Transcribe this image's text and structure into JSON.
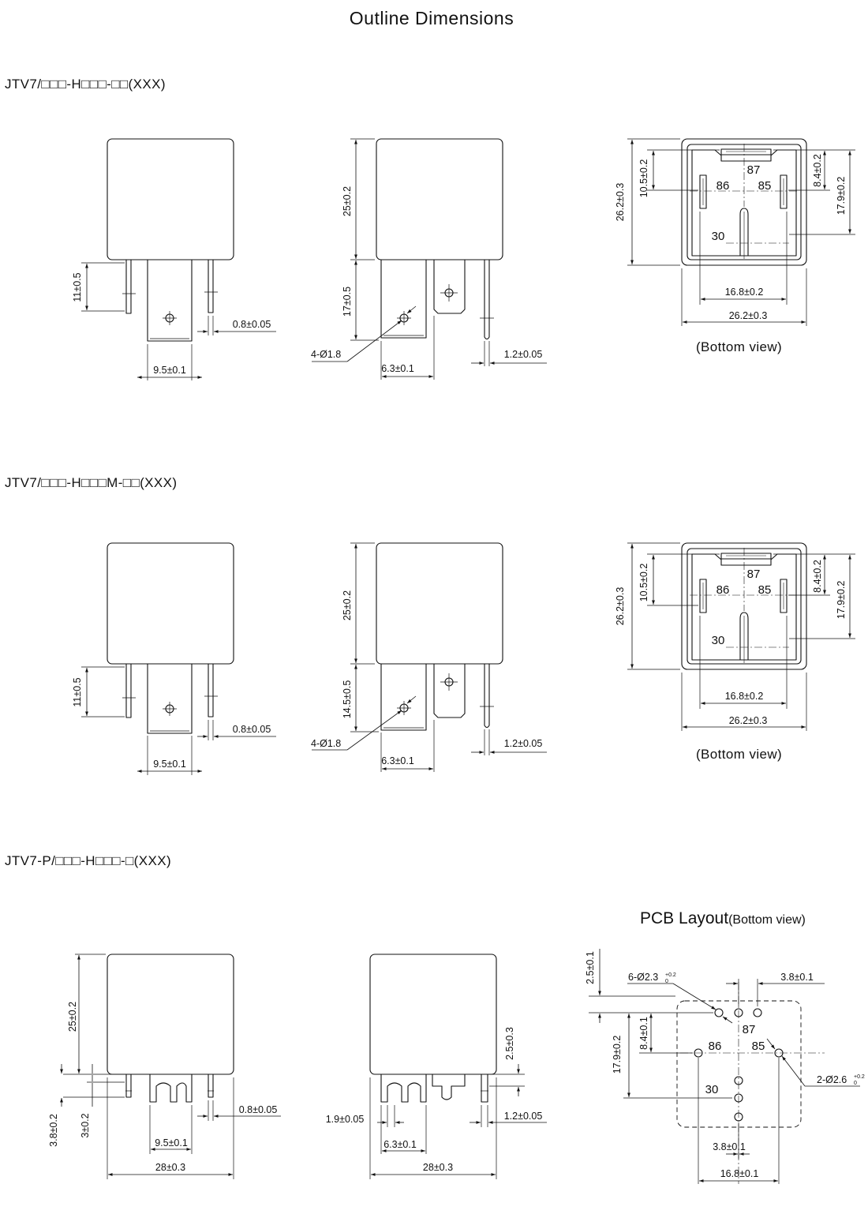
{
  "page": {
    "title": "Outline Dimensions"
  },
  "models": [
    {
      "name": "JTV7/□□□-H□□□-□□(XXX)"
    },
    {
      "name": "JTV7/□□□-H□□□M-□□(XXX)"
    },
    {
      "name": "JTV7-P/□□□-H□□□-□(XXX)"
    }
  ],
  "views": {
    "bottom_view": "(Bottom view)"
  },
  "pcb": {
    "title": "PCB Layout",
    "subtitle": "(Bottom view)"
  },
  "pins": {
    "p87": "87",
    "p86": "86",
    "p85": "85",
    "p30": "30"
  },
  "dims": {
    "r1": {
      "side_pin_len": "11±0.5",
      "blade_w": "9.5±0.1",
      "pin_thk": "0.8±0.05",
      "body_h": "25±0.2",
      "term_len": "17±0.5",
      "hole": "4-Ø1.8",
      "tab_w": "6.3±0.1",
      "tab_thk": "1.2±0.05",
      "outline": "26.2±0.3",
      "p87_off": "10.5±0.2",
      "p85_off": "8.4±0.2",
      "p30_off": "17.9±0.2",
      "pin_span": "16.8±0.2",
      "width": "26.2±0.3"
    },
    "r2": {
      "side_pin_len": "11±0.5",
      "blade_w": "9.5±0.1",
      "pin_thk": "0.8±0.05",
      "body_h": "25±0.2",
      "term_len": "14.5±0.5",
      "hole": "4-Ø1.8",
      "tab_w": "6.3±0.1",
      "tab_thk": "1.2±0.05",
      "outline": "26.2±0.3",
      "p87_off": "10.5±0.2",
      "p85_off": "8.4±0.2",
      "p30_off": "17.9±0.2",
      "pin_span": "16.8±0.2",
      "width": "26.2±0.3"
    },
    "r3": {
      "body_h": "25±0.2",
      "standoff": "3.8±0.2",
      "pin_len": "3±0.2",
      "blade_w": "9.5±0.1",
      "pin_thk": "0.8±0.05",
      "width": "28±0.3",
      "sv_pin_len": "2.5±0.3",
      "pin_w": "1.9±0.05",
      "tab_w": "6.3±0.1",
      "tab_thk": "1.2±0.05",
      "sv_width": "28±0.3"
    },
    "pcb": {
      "top_off": "2.5±0.1",
      "holes_small": "6-Ø2.3",
      "holes_small_tol_upper": "+0.2",
      "holes_small_tol_lower": "0",
      "pitch_top": "3.8±0.1",
      "row_off": "8.4±0.1",
      "height": "17.9±0.2",
      "holes_large": "2-Ø2.6",
      "holes_large_tol_upper": "+0.2",
      "holes_large_tol_lower": "0",
      "pitch_bottom": "3.8±0.1",
      "span": "16.8±0.1"
    }
  }
}
